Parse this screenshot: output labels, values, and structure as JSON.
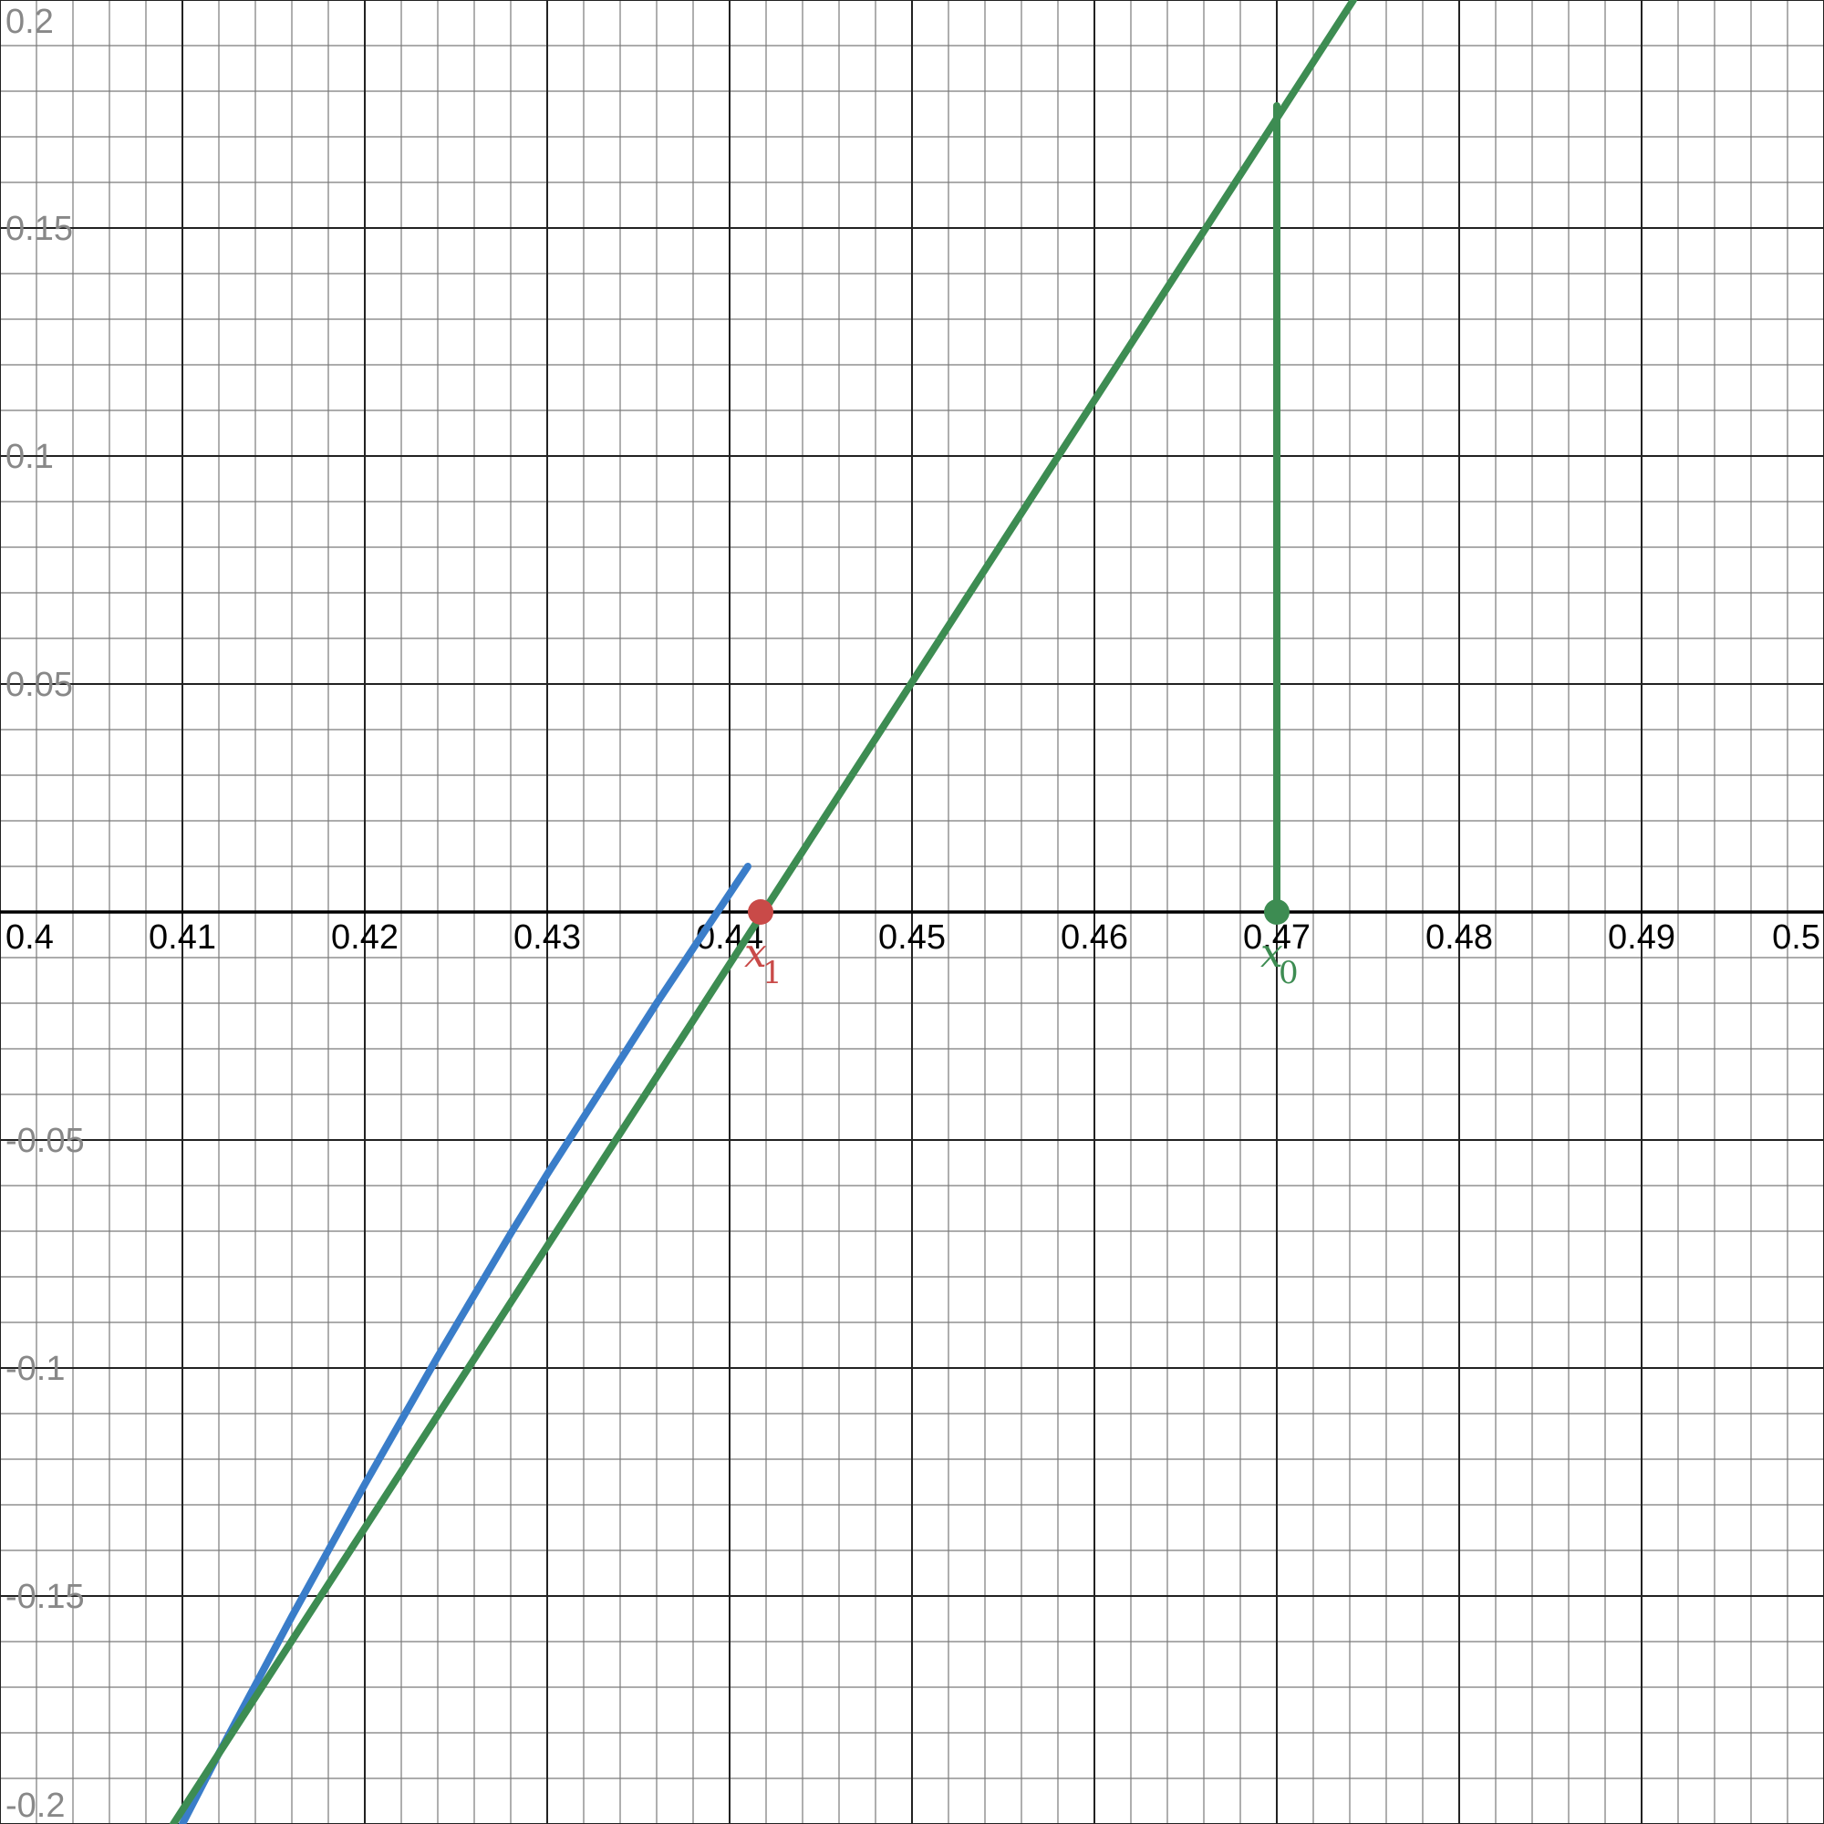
{
  "chart_data": {
    "type": "line",
    "xlim": [
      0.4,
      0.5
    ],
    "ylim": [
      -0.2,
      0.2
    ],
    "grid": true,
    "x_major_step": 0.01,
    "y_major_step": 0.05,
    "minor_subdivisions": 5,
    "x_tick_labels": [
      "0.4",
      "0.41",
      "0.42",
      "0.43",
      "0.44",
      "0.45",
      "0.46",
      "0.47",
      "0.48",
      "0.49",
      "0.5"
    ],
    "y_tick_labels": [
      "0.2",
      "0.15",
      "0.1",
      "0.05",
      "-0.05",
      "-0.1",
      "-0.15",
      "-0.2"
    ],
    "series": [
      {
        "color": "#3a7dc9",
        "points": [
          [
            0.41,
            -0.2
          ],
          [
            0.412,
            -0.1845
          ],
          [
            0.414,
            -0.1695
          ],
          [
            0.416,
            -0.1545
          ],
          [
            0.418,
            -0.14
          ],
          [
            0.42,
            -0.1255
          ],
          [
            0.422,
            -0.1115
          ],
          [
            0.424,
            -0.0975
          ],
          [
            0.426,
            -0.084
          ],
          [
            0.428,
            -0.0705
          ],
          [
            0.43,
            -0.0575
          ],
          [
            0.432,
            -0.045
          ],
          [
            0.434,
            -0.0325
          ],
          [
            0.436,
            -0.02
          ],
          [
            0.438,
            -0.008
          ],
          [
            0.44,
            0.004
          ],
          [
            0.441,
            0.01
          ]
        ]
      },
      {
        "color": "#3d8c52",
        "points": [
          [
            0.4095,
            -0.2
          ],
          [
            0.4742,
            0.2
          ]
        ]
      }
    ],
    "segments": [
      {
        "color": "#3d8c52",
        "x": 0.47,
        "y_from": 0.0,
        "y_to": 0.1768
      }
    ],
    "points": [
      {
        "x": 0.4417,
        "y": 0.0,
        "color": "#c94a48",
        "label": "x",
        "subscript": "1"
      },
      {
        "x": 0.47,
        "y": 0.0,
        "color": "#3d8c52",
        "label": "x",
        "subscript": "0"
      }
    ]
  }
}
